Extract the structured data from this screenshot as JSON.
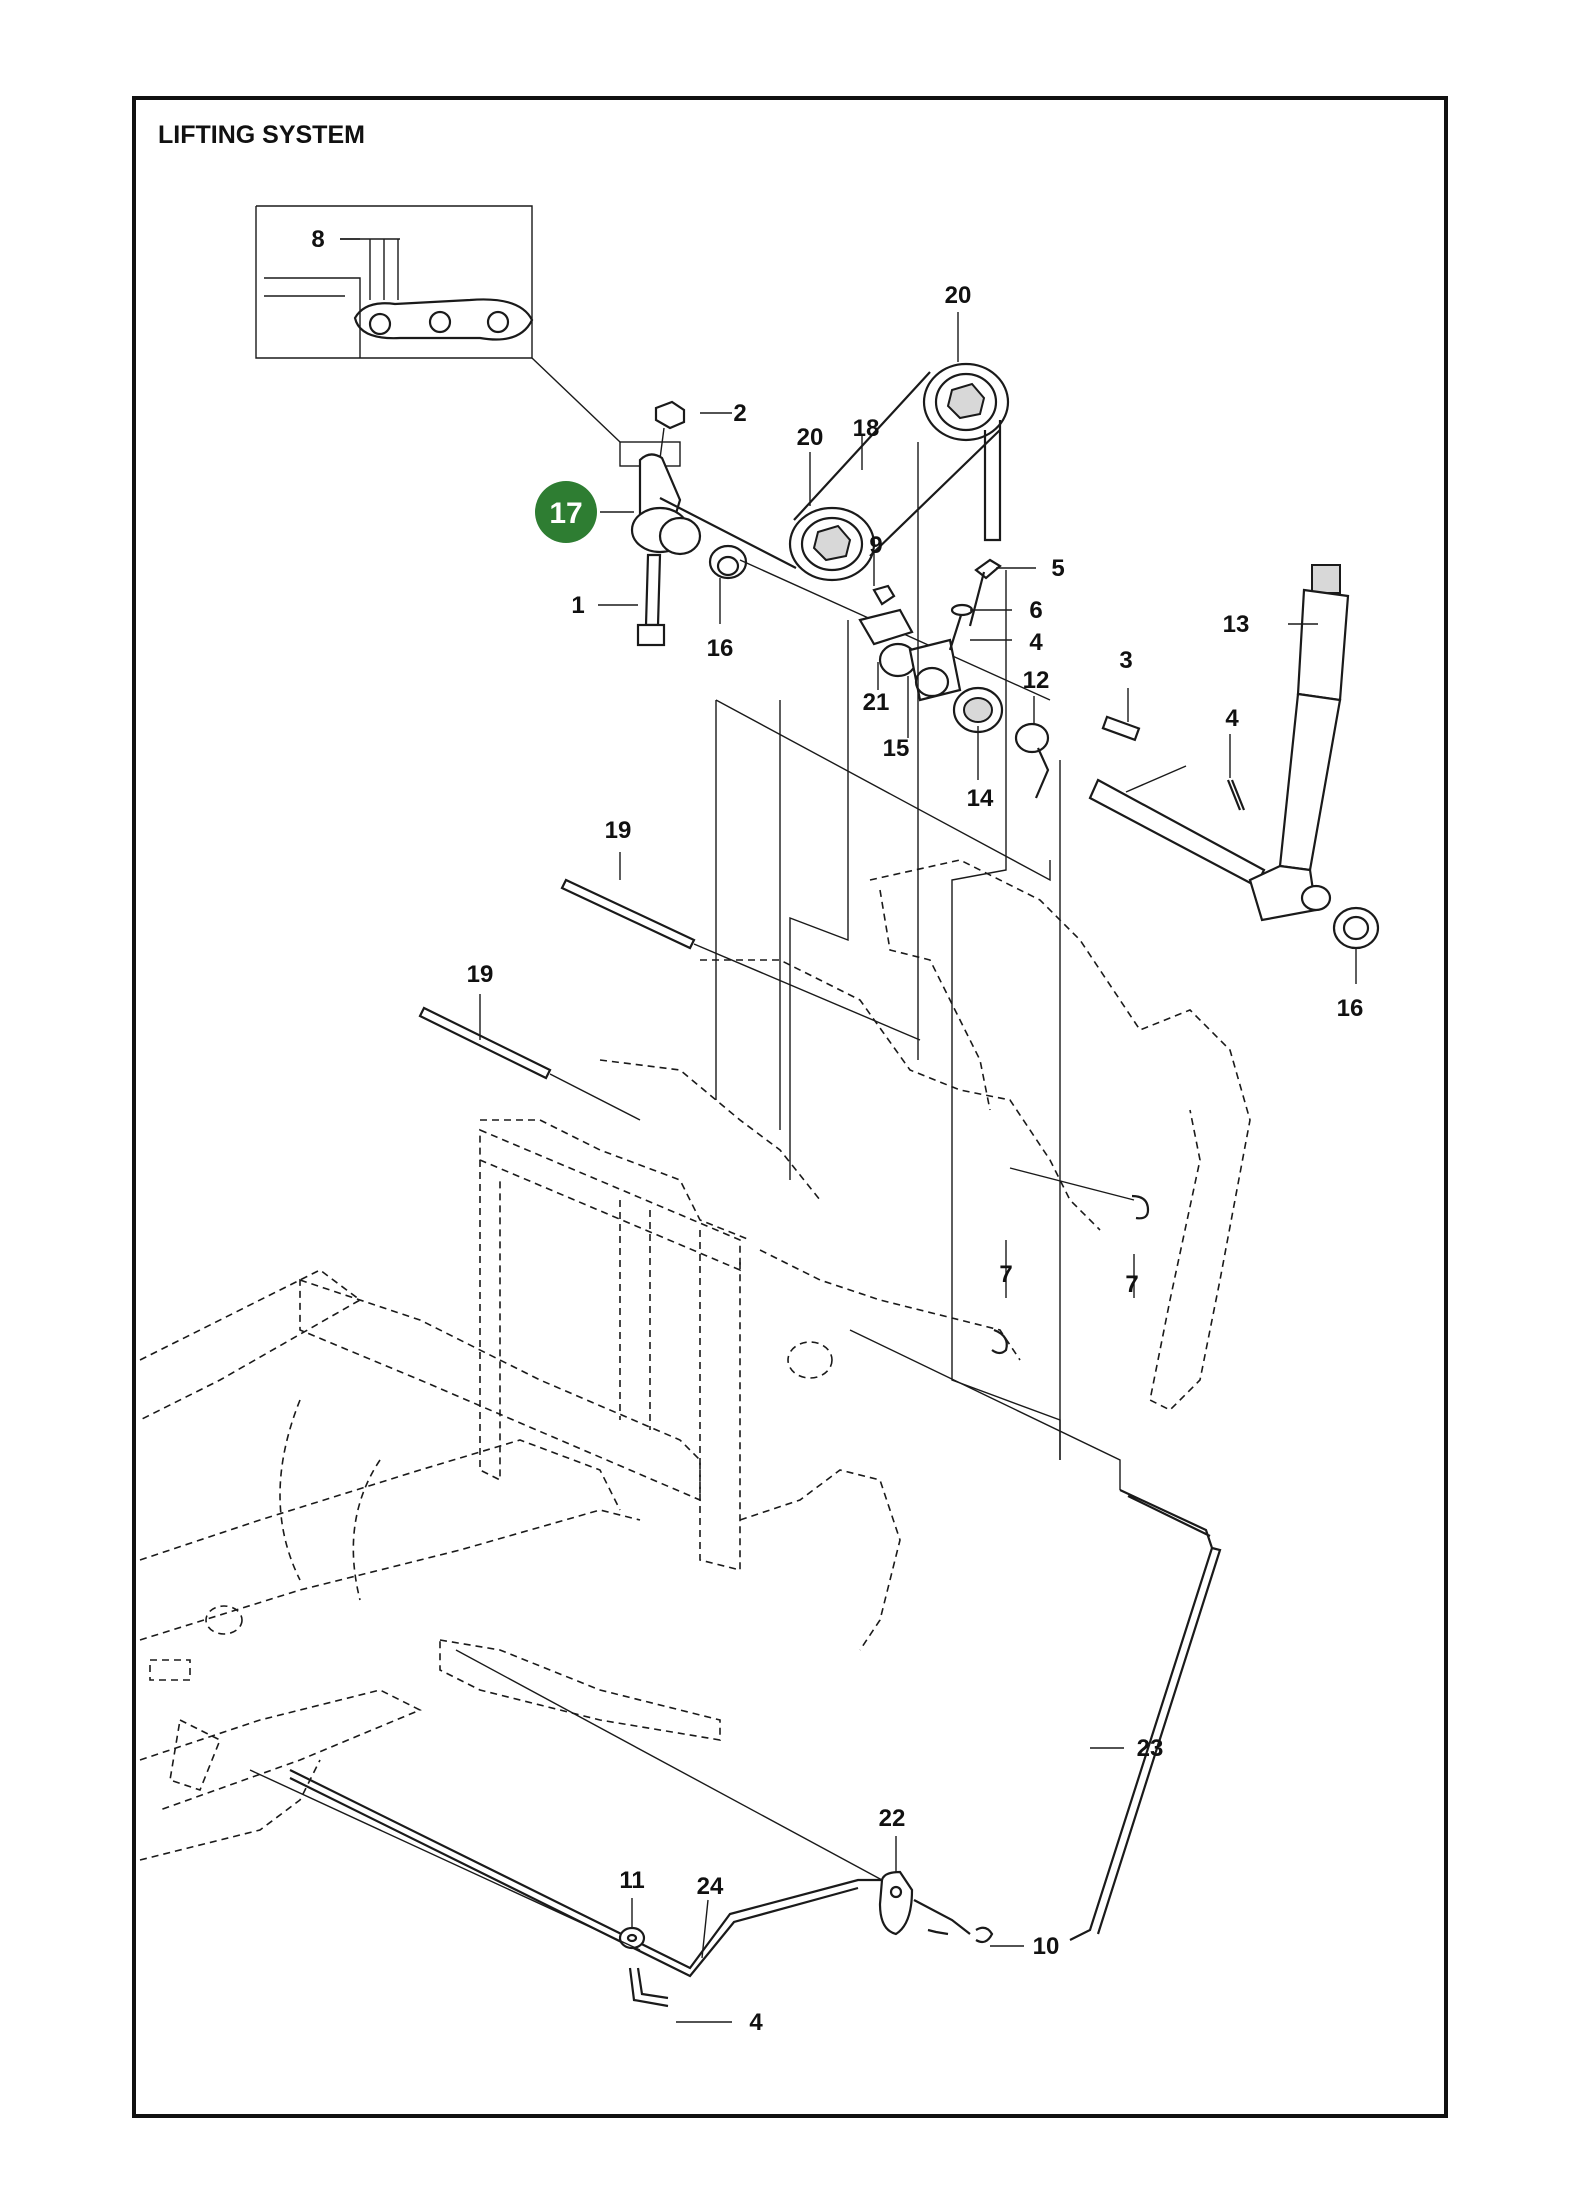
{
  "title": "LIFTING SYSTEM",
  "highlight": {
    "label": "17",
    "color": "#2e7d32"
  },
  "callouts": [
    {
      "id": "c8",
      "text": "8"
    },
    {
      "id": "c2",
      "text": "2"
    },
    {
      "id": "c20a",
      "text": "20"
    },
    {
      "id": "c20b",
      "text": "20"
    },
    {
      "id": "c18",
      "text": "18"
    },
    {
      "id": "c1",
      "text": "1"
    },
    {
      "id": "c16a",
      "text": "16"
    },
    {
      "id": "c9",
      "text": "9"
    },
    {
      "id": "c5",
      "text": "5"
    },
    {
      "id": "c6",
      "text": "6"
    },
    {
      "id": "c4a",
      "text": "4"
    },
    {
      "id": "c21",
      "text": "21"
    },
    {
      "id": "c15",
      "text": "15"
    },
    {
      "id": "c12",
      "text": "12"
    },
    {
      "id": "c14",
      "text": "14"
    },
    {
      "id": "c3",
      "text": "3"
    },
    {
      "id": "c4b",
      "text": "4"
    },
    {
      "id": "c13",
      "text": "13"
    },
    {
      "id": "c16b",
      "text": "16"
    },
    {
      "id": "c19a",
      "text": "19"
    },
    {
      "id": "c19b",
      "text": "19"
    },
    {
      "id": "c7a",
      "text": "7"
    },
    {
      "id": "c7b",
      "text": "7"
    },
    {
      "id": "c23",
      "text": "23"
    },
    {
      "id": "c22",
      "text": "22"
    },
    {
      "id": "c11",
      "text": "11"
    },
    {
      "id": "c24",
      "text": "24"
    },
    {
      "id": "c10",
      "text": "10"
    },
    {
      "id": "c4c",
      "text": "4"
    }
  ]
}
